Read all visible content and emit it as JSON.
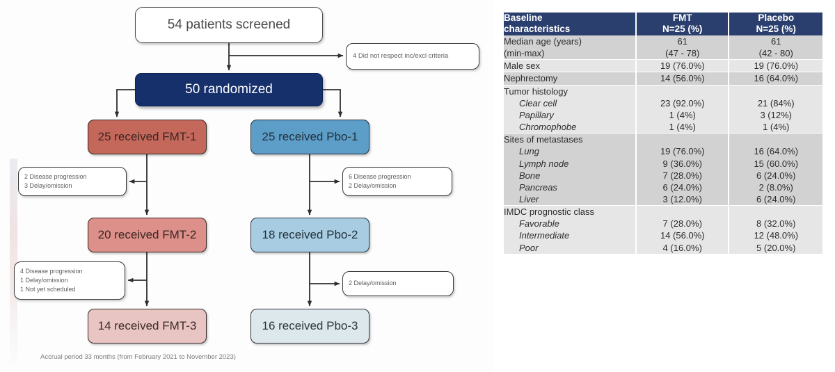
{
  "flow": {
    "screened": "54 patients screened",
    "randomized": "50 randomized",
    "excluded": "4 Did not respect inc/excl criteria",
    "arms": {
      "fmt1": "25 received FMT-1",
      "pbo1": "25 received Pbo-1",
      "fmt2": "20 received FMT-2",
      "pbo2": "18 received Pbo-2",
      "fmt3": "14 received FMT-3",
      "pbo3": "16 received Pbo-3"
    },
    "notes": {
      "fmt1_dropout": [
        "2 Disease progression",
        "3 Delay/omission"
      ],
      "pbo1_dropout": [
        "6 Disease progression",
        "2 Delay/omission"
      ],
      "fmt2_dropout": [
        "4 Disease progression",
        "1 Delay/omission",
        "1  Not yet scheduled"
      ],
      "pbo2_dropout": [
        "2 Delay/omission"
      ]
    },
    "caption": "Accrual period 33 months (from February 2021 to November 2023)"
  },
  "table": {
    "headers": {
      "label": "Baseline\ncharacteristics",
      "label_line1": "Baseline",
      "label_line2": "characteristics",
      "fmt_line1": "FMT",
      "fmt_line2": "N=25 (%)",
      "placebo_line1": "Placebo",
      "placebo_line2": "N=25 (%)"
    },
    "rows": [
      {
        "label_lines": [
          "Median age (years)",
          "(min-max)"
        ],
        "label_styles": [
          "plain",
          "plain"
        ],
        "fmt_lines": [
          "61",
          "(47 - 78)"
        ],
        "placebo_lines": [
          "61",
          "(42 - 80)"
        ],
        "shade": "a"
      },
      {
        "label_lines": [
          "Male sex"
        ],
        "label_styles": [
          "plain"
        ],
        "fmt_lines": [
          "19 (76.0%)"
        ],
        "placebo_lines": [
          "19 (76.0%)"
        ],
        "shade": "b"
      },
      {
        "label_lines": [
          "Nephrectomy"
        ],
        "label_styles": [
          "plain"
        ],
        "fmt_lines": [
          "14 (56.0%)"
        ],
        "placebo_lines": [
          "16 (64.0%)"
        ],
        "shade": "a"
      },
      {
        "label_lines": [
          "Tumor histology",
          "Clear cell",
          "Papillary",
          "Chromophobe"
        ],
        "label_styles": [
          "plain",
          "sub",
          "sub",
          "sub"
        ],
        "fmt_lines": [
          "",
          "23 (92.0%)",
          "1 (4%)",
          "1 (4%)"
        ],
        "placebo_lines": [
          "",
          "21 (84%)",
          "3 (12%)",
          "1 (4%)"
        ],
        "shade": "b"
      },
      {
        "label_lines": [
          "Sites of metastases",
          "Lung",
          "Lymph node",
          "Bone",
          "Pancreas",
          "Liver"
        ],
        "label_styles": [
          "plain",
          "sub",
          "sub",
          "sub",
          "sub",
          "sub"
        ],
        "fmt_lines": [
          "",
          "19 (76.0%)",
          "9 (36.0%)",
          "7 (28.0%)",
          "6 (24.0%)",
          "3 (12.0%)"
        ],
        "placebo_lines": [
          "",
          "16 (64.0%)",
          "15 (60.0%)",
          "6 (24.0%)",
          "2 (8.0%)",
          "6 (24.0%)"
        ],
        "shade": "a"
      },
      {
        "label_lines": [
          "IMDC prognostic class",
          "Favorable",
          "Intermediate",
          "Poor"
        ],
        "label_styles": [
          "plain",
          "sub",
          "sub",
          "sub"
        ],
        "fmt_lines": [
          "",
          "7 (28.0%)",
          "14 (56.0%)",
          "4 (16.0%)"
        ],
        "placebo_lines": [
          "",
          "8 (32.0%)",
          "12 (48.0%)",
          "5 (20.0%)"
        ],
        "shade": "b"
      }
    ]
  },
  "colors": {
    "header_navy": "#2b3f6e",
    "randomized_navy": "#16306c",
    "fmt1": "#c4685c",
    "fmt2": "#dc9089",
    "fmt3": "#e8c5c2",
    "pbo1": "#5d9ec9",
    "pbo2": "#a8cde2",
    "pbo3": "#dde8ed",
    "row_shade_a": "#d2d2d2",
    "row_shade_b": "#e6e6e6"
  }
}
